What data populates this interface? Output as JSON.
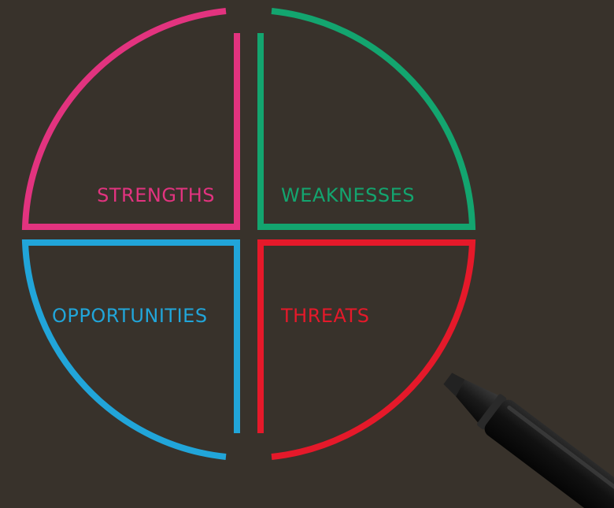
{
  "swot": {
    "strengths": {
      "label": "STRENGTHS",
      "color": "#e2337f"
    },
    "weaknesses": {
      "label": "WEAKNESSES",
      "color": "#13a56f"
    },
    "opportunities": {
      "label": "OPPORTUNITIES",
      "color": "#21a5d9"
    },
    "threats": {
      "label": "THREATS",
      "color": "#e5192a"
    }
  },
  "background_color": "#38322b",
  "marker": {
    "icon": "marker-pen-icon",
    "color": "#1b1b1b"
  }
}
